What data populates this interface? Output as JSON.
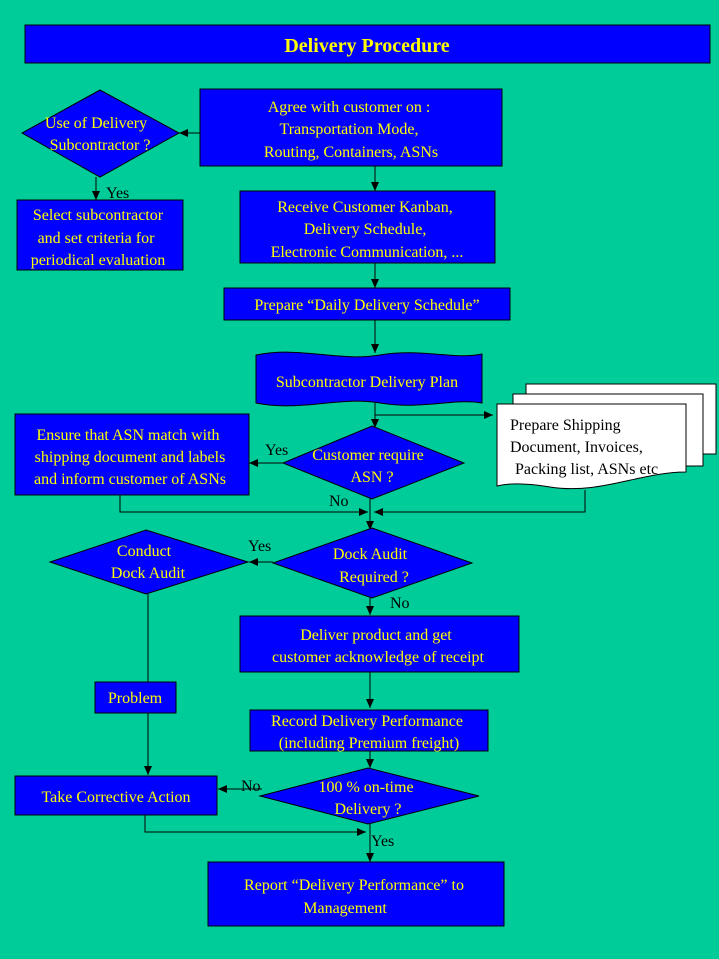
{
  "title": "Delivery Procedure",
  "nodes": {
    "use_sub": [
      "Use of Delivery",
      "Subcontractor ?"
    ],
    "agree": [
      "Agree with customer on :",
      "Transportation Mode,",
      "Routing, Containers, ASNs"
    ],
    "select_sub": [
      "Select subcontractor",
      "and set criteria for",
      "periodical evaluation"
    ],
    "receive": [
      "Receive Customer Kanban,",
      "Delivery Schedule,",
      "Electronic Communication, ..."
    ],
    "prepare_daily": [
      "Prepare “Daily Delivery Schedule”"
    ],
    "sub_plan": [
      "Subcontractor Delivery Plan"
    ],
    "shipping_docs": [
      "Prepare Shipping",
      "Document, Invoices,",
      "Packing list, ASNs etc"
    ],
    "ensure_asn": [
      "Ensure that ASN match with",
      "shipping document and labels",
      "and inform customer of ASNs"
    ],
    "cust_asn": [
      "Customer require",
      "ASN ?"
    ],
    "conduct_audit": [
      "Conduct",
      "Dock Audit"
    ],
    "dock_audit_req": [
      "Dock Audit",
      "Required ?"
    ],
    "deliver": [
      "Deliver product and get",
      "customer acknowledge of receipt"
    ],
    "problem": [
      "Problem"
    ],
    "record": [
      "Record Delivery Performance",
      "(including Premium freight)"
    ],
    "take_action": [
      "Take Corrective Action"
    ],
    "ontime": [
      "100 % on-time",
      "Delivery ?"
    ],
    "report": [
      "Report “Delivery Performance” to",
      "Management"
    ]
  },
  "edge_labels": {
    "yes_sub": "Yes",
    "yes_asn": "Yes",
    "no_asn": "No",
    "yes_audit": "Yes",
    "no_audit": "No",
    "no_ontime": "No",
    "yes_ontime": "Yes"
  },
  "colors": {
    "background": "#00cc99",
    "box": "#0000ff",
    "box_text": "#ffff00",
    "document": "#ffffff"
  }
}
